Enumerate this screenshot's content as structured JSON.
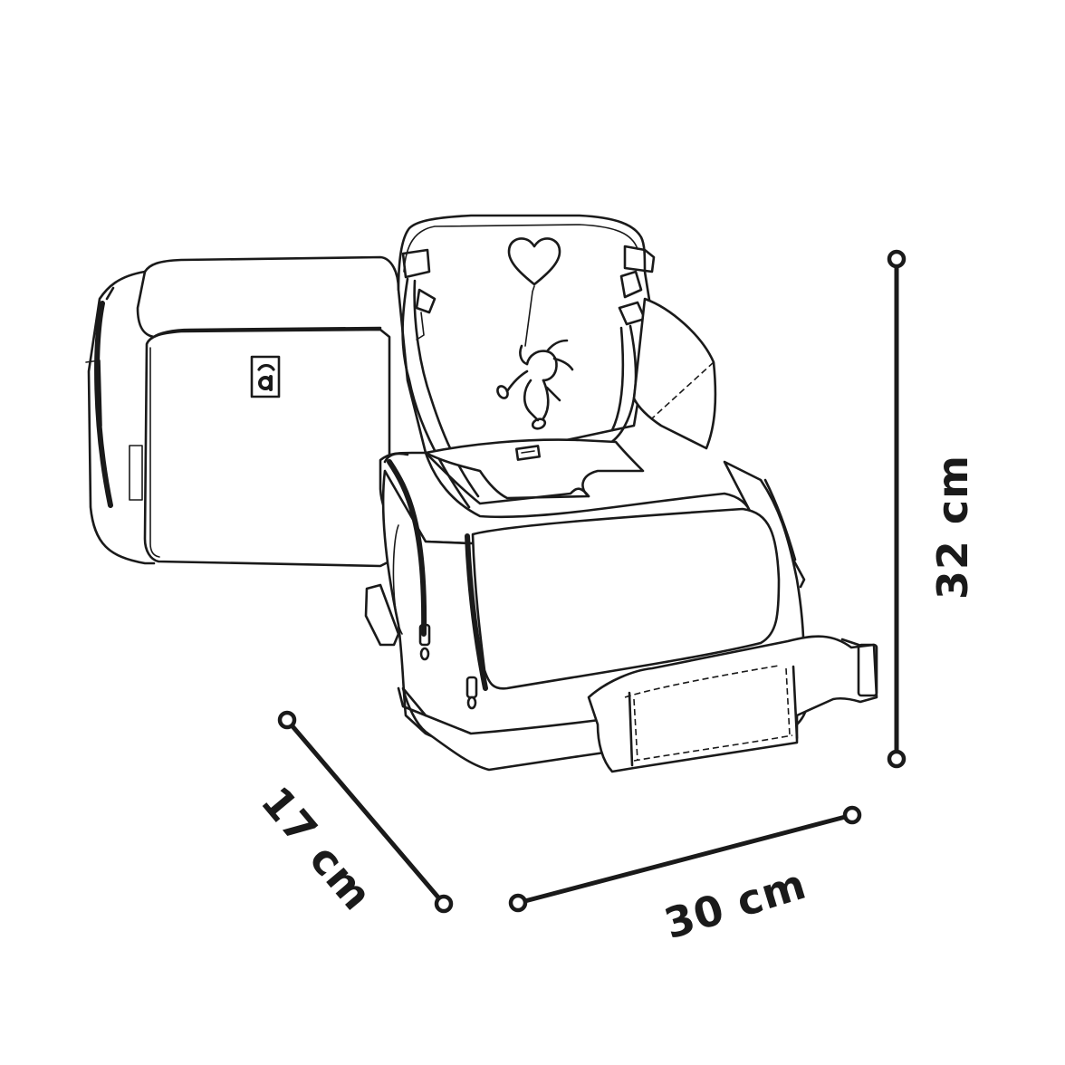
{
  "figure": {
    "subject": "portable booster seat bag product drawing",
    "colors": {
      "line": "#1a1a1a",
      "background": "#ffffff"
    },
    "brand_logo_glyph": "â",
    "dimensions": {
      "height": {
        "label": "32 cm",
        "value": 32,
        "unit": "cm"
      },
      "width": {
        "label": "30 cm",
        "value": 30,
        "unit": "cm"
      },
      "depth": {
        "label": "17 cm",
        "value": 17,
        "unit": "cm"
      }
    }
  }
}
